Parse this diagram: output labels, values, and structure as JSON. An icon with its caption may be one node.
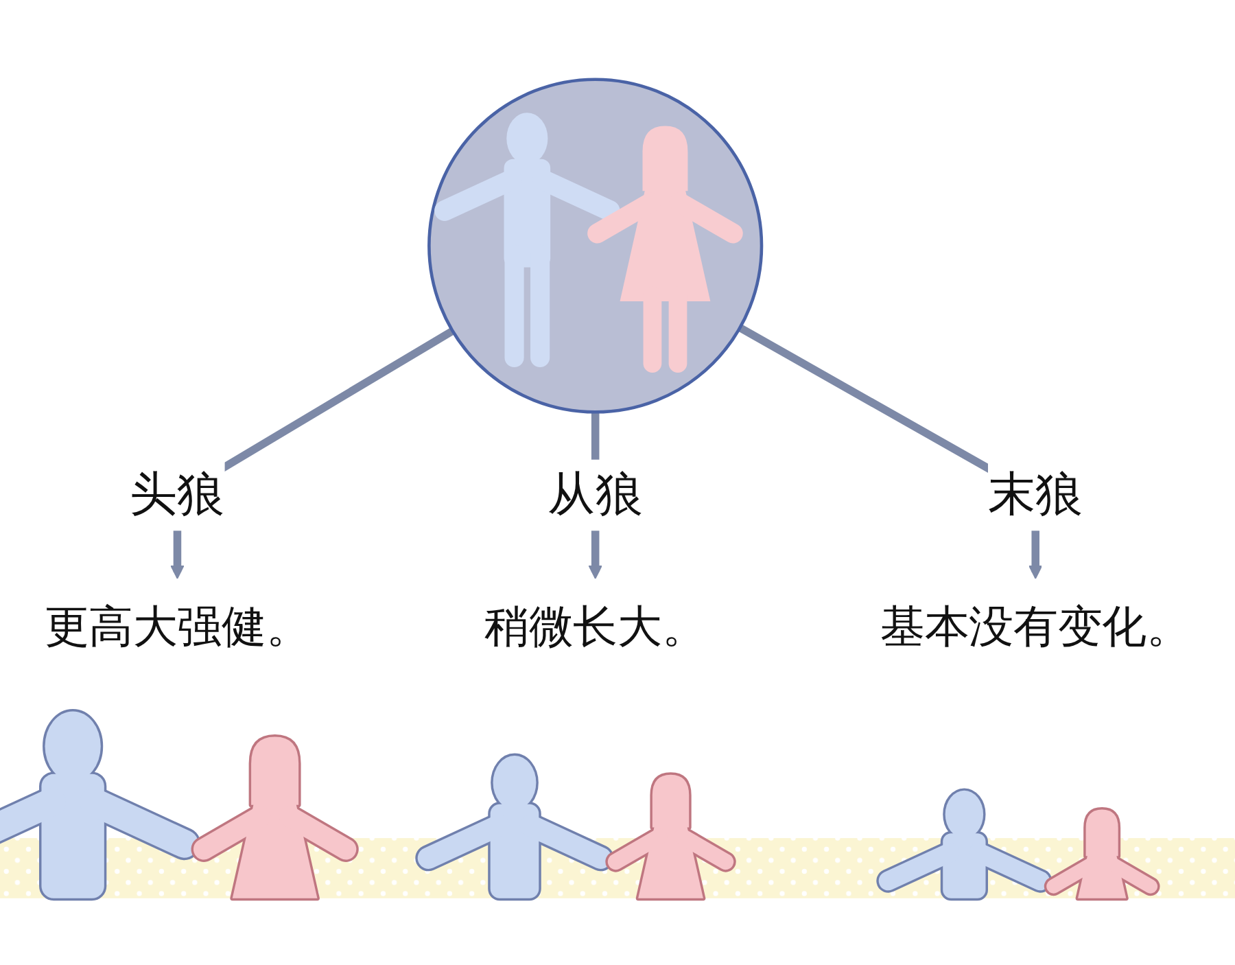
{
  "diagram": {
    "nodes": [
      {
        "text": [],
        "shape": "circle"
      },
      {
        "text": [
          "更高大强健。"
        ]
      },
      {
        "text": [
          "稍微长大。"
        ]
      },
      {
        "text": [
          "基本没有变化。"
        ]
      }
    ],
    "edges": [
      {
        "from": 0,
        "to": 1,
        "arrow": "to",
        "label": "头狼"
      },
      {
        "from": 0,
        "to": 2,
        "arrow": "to",
        "label": "从狼"
      },
      {
        "from": 0,
        "to": 3,
        "arrow": "to",
        "label": "末狼"
      }
    ]
  }
}
